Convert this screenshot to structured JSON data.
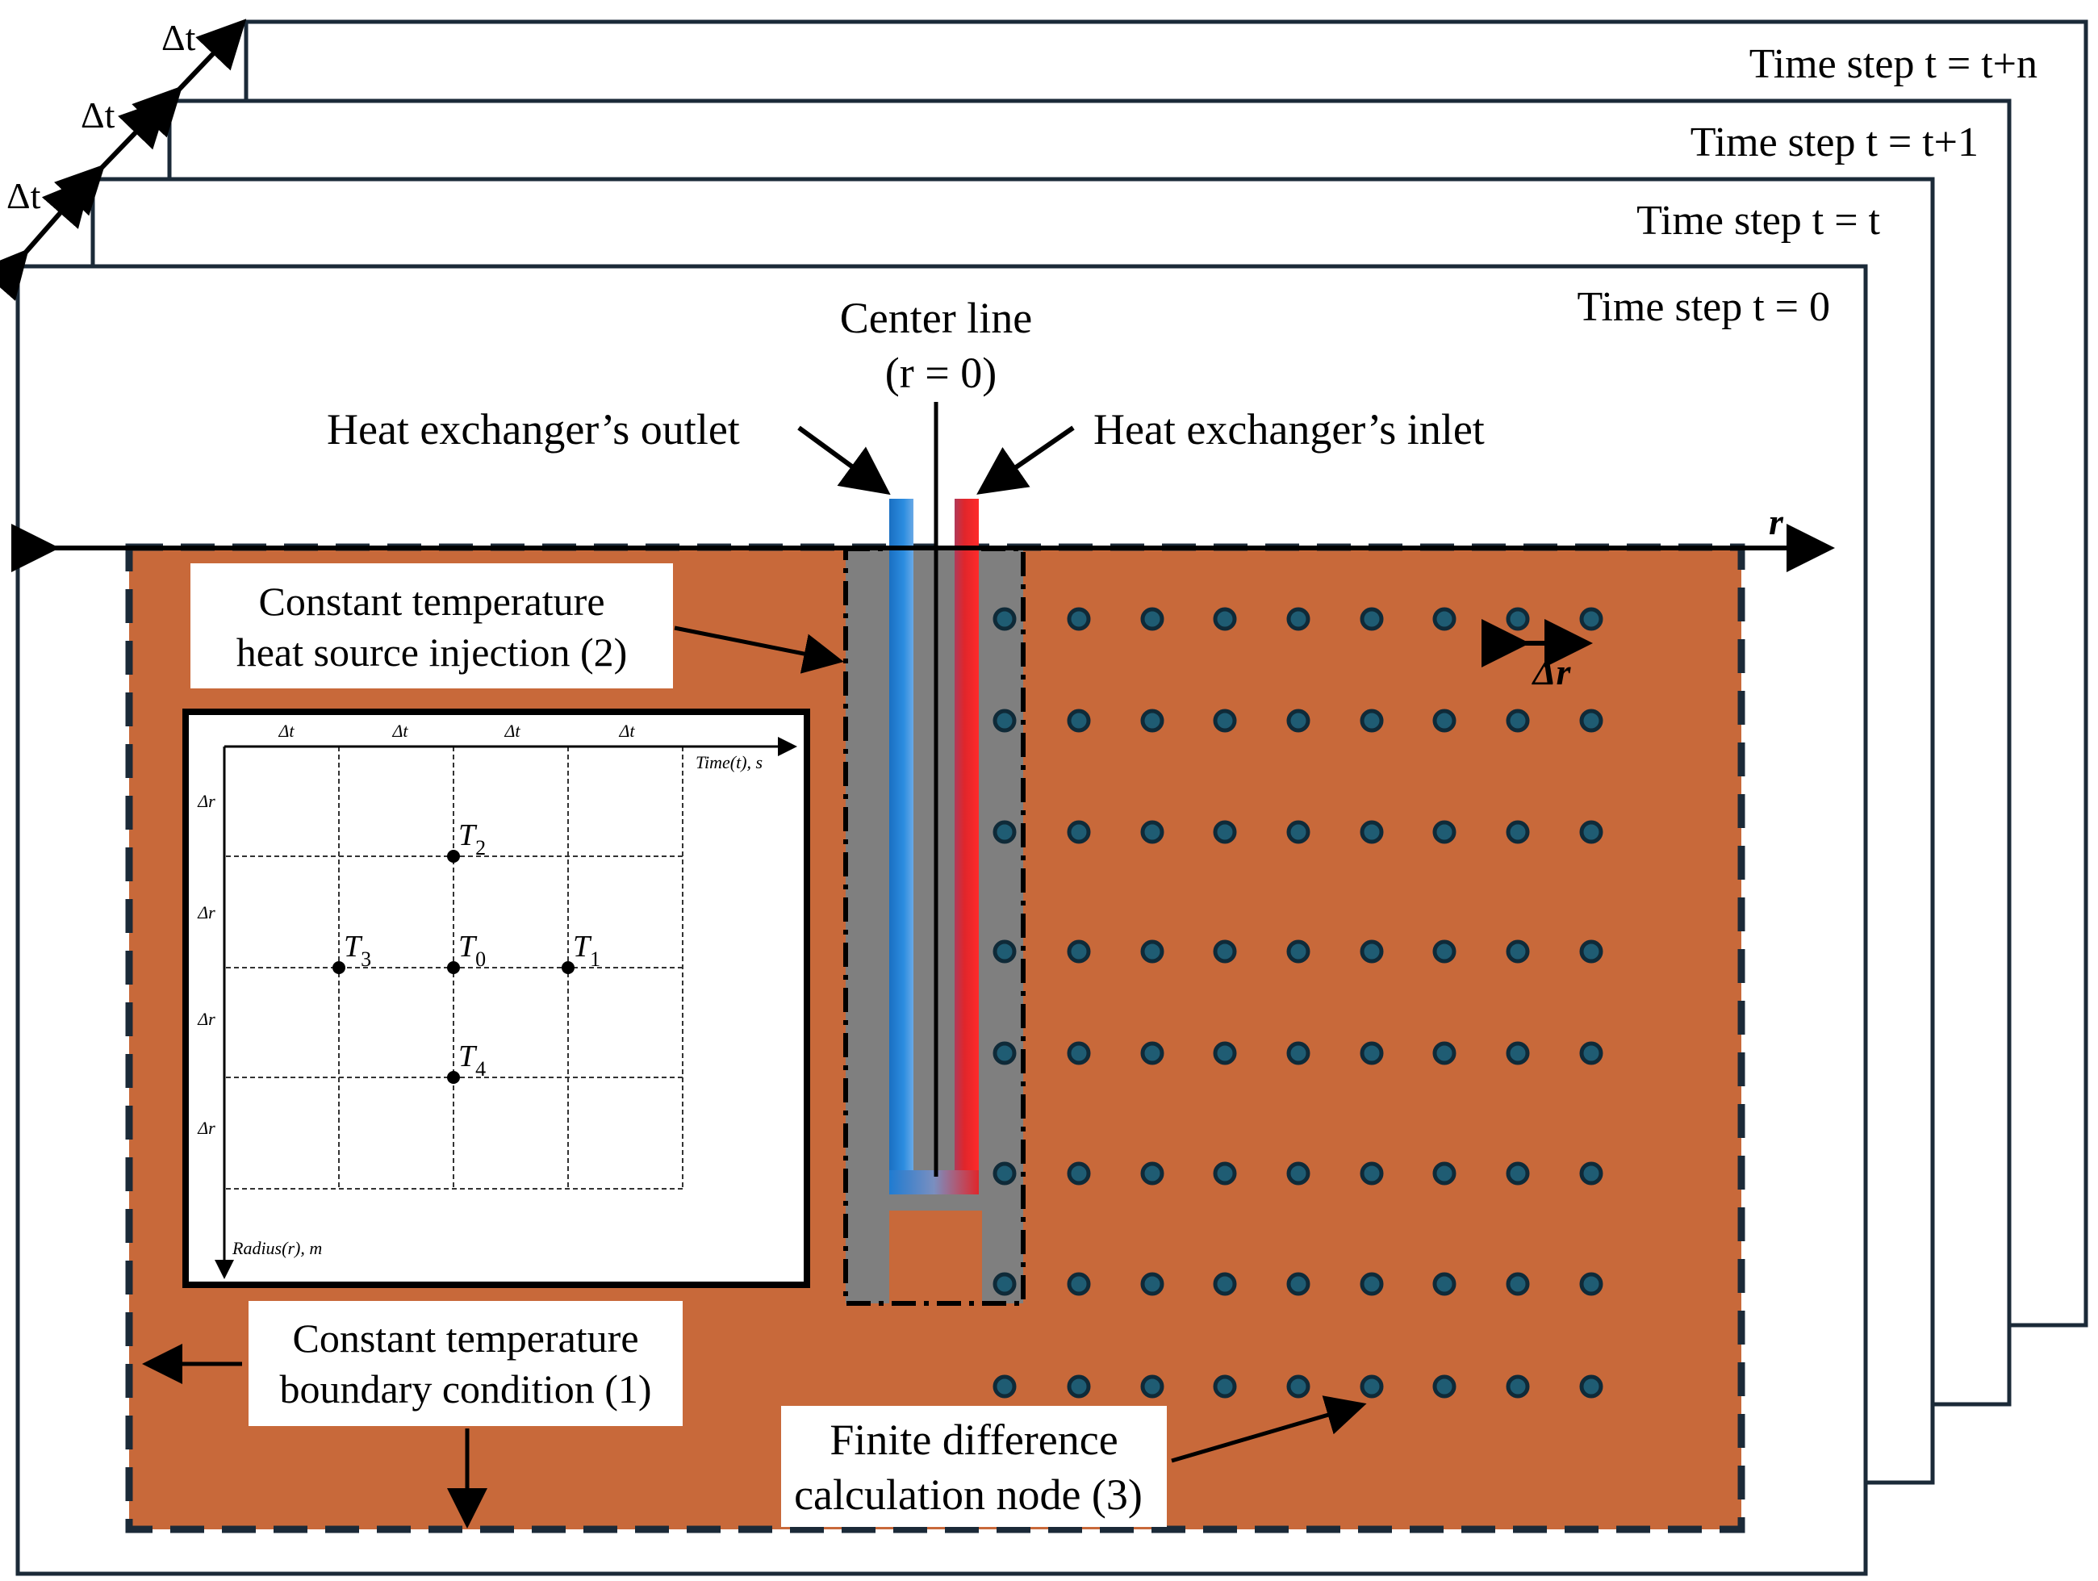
{
  "frames": [
    {
      "label": "Time step t = t+n"
    },
    {
      "label": "Time step t = t+1"
    },
    {
      "label": "Time step t = t"
    },
    {
      "label": "Time step t = 0"
    }
  ],
  "delta_t_label": "Δt",
  "center_line": {
    "line1": "Center line",
    "line2": "(r = 0)"
  },
  "outlet_label": "Heat exchanger’s  outlet",
  "inlet_label": "Heat exchanger’s  inlet",
  "r_axis_label": "r",
  "delta_r_label": "Δr",
  "callout_heat_source": {
    "line1": "Constant temperature",
    "line2": "heat source injection (2)"
  },
  "callout_boundary": {
    "line1": "Constant temperature",
    "line2": "boundary condition (1)"
  },
  "callout_node": {
    "line1": "Finite difference",
    "line2": "calculation  node (3)"
  },
  "stencil": {
    "time_axis_label": "Time(t), s",
    "radius_axis_label": "Radius(r), m",
    "dt_label": "Δt",
    "dr_label": "Δr",
    "nodes": [
      {
        "name": "T",
        "sub": "0"
      },
      {
        "name": "T",
        "sub": "1"
      },
      {
        "name": "T",
        "sub": "2"
      },
      {
        "name": "T",
        "sub": "3"
      },
      {
        "name": "T",
        "sub": "4"
      }
    ]
  },
  "node_grid": {
    "columns": 9,
    "rows": 8
  },
  "colors": {
    "soil": "#c8693a",
    "grout": "#7f7f7f",
    "frame_border": "#1b2a38",
    "outlet_pipe": "#1f7bd1",
    "inlet_pipe": "#e0262b",
    "node_fill": "#1f5c73",
    "node_stroke": "#0f2a38"
  }
}
